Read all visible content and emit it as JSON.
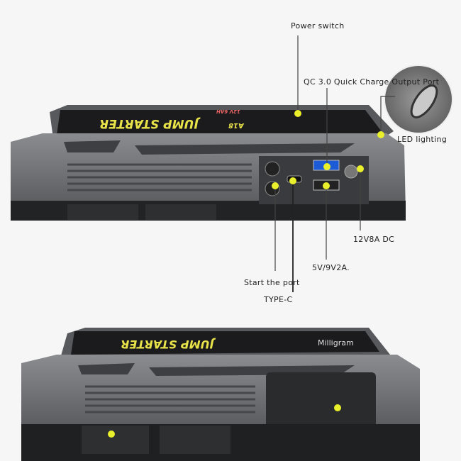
{
  "callouts": {
    "power_switch": "Power switch",
    "qc_port": "QC 3.0 Quick Charge Output Port",
    "led_lighting": "LED lighting",
    "dc_output": "12V8A DC",
    "usb_output": "5V/9V2A.",
    "start_port": "Start the port",
    "type_c": "TYPE-C"
  },
  "device": {
    "brand_text": "JUMP STARTER",
    "model": "A18",
    "capacity": "12V 6AH",
    "maker": "Milligram"
  },
  "colors": {
    "callout_dot": "#e9ef2a",
    "body_gray": "#6b6d70",
    "dark": "#1e1f21",
    "brand_yellow": "#e9e34a"
  }
}
